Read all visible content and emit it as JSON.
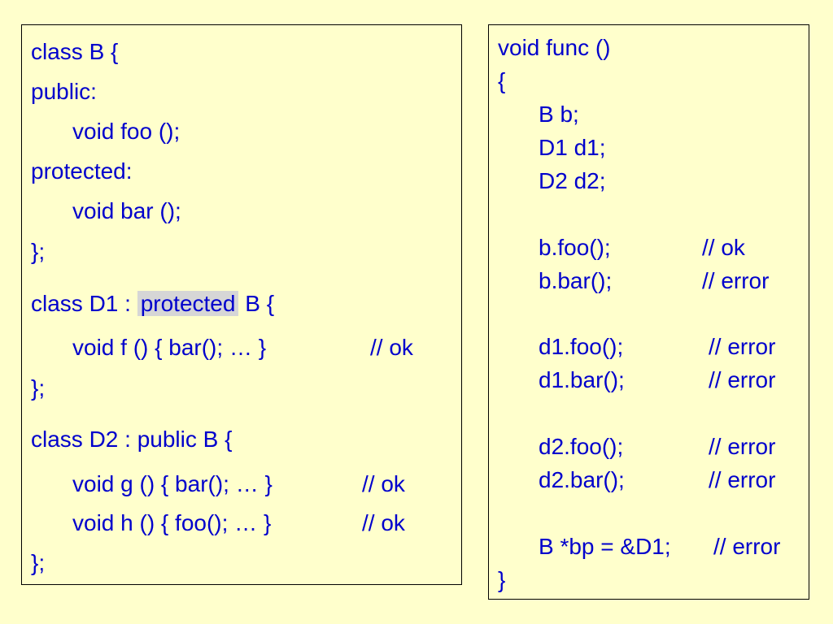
{
  "left": {
    "l1": "class B {",
    "l2": "public:",
    "l3": "void foo ();",
    "l4": "protected:",
    "l5": "void bar ();",
    "l6": "};",
    "l7_pre": "class D1 : ",
    "l7_hl": "protected",
    "l7_post": " B {",
    "l8": "void f () { bar(); … }",
    "l8_cmt": "// ok",
    "l9": "};",
    "l10": "class D2 : public B {",
    "l11": "void g () { bar(); … }",
    "l11_cmt": "// ok",
    "l12": "void h () { foo(); … }",
    "l12_cmt": "// ok",
    "l13": "};"
  },
  "right": {
    "r1": "void func ()",
    "r2": "{",
    "r3": "B b;",
    "r4": "D1 d1;",
    "r5": "D2 d2;",
    "r6": "b.foo();",
    "r6_cmt": "// ok",
    "r7": "b.bar();",
    "r7_cmt": "// error",
    "r8": "d1.foo();",
    "r8_cmt": "// error",
    "r9": "d1.bar();",
    "r9_cmt": "// error",
    "r10": "d2.foo();",
    "r10_cmt": "// error",
    "r11": "d2.bar();",
    "r11_cmt": "// error",
    "r12": "B *bp = &D1;",
    "r12_cmt": "// error",
    "r13": "}"
  },
  "colors": {
    "background": "#ffffcc",
    "text": "#0000cc",
    "highlight": "#d6d6d6"
  }
}
